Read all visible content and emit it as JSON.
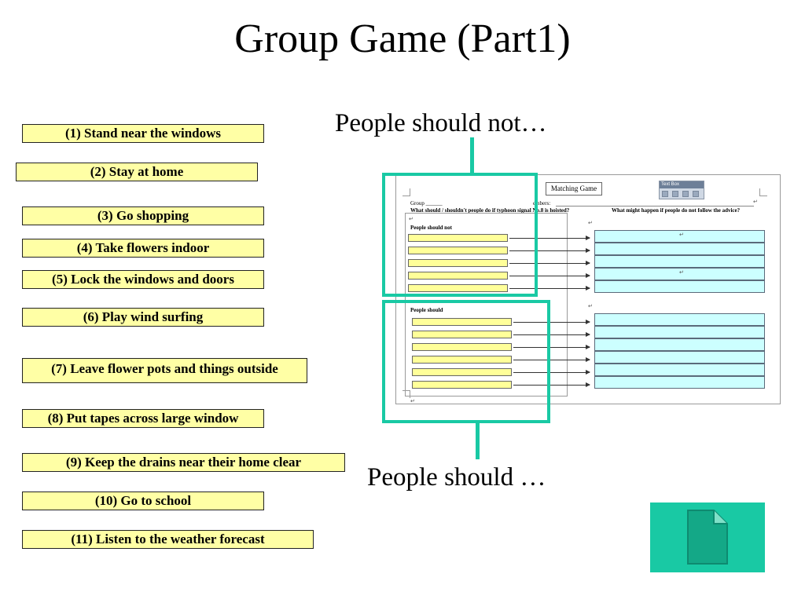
{
  "slide": {
    "title": "Group Game (Part1)",
    "caption_should_not": "People should not…",
    "caption_should": "People should …"
  },
  "options": [
    "(1) Stand near the windows",
    "(2) Stay at home",
    "(3) Go shopping",
    "(4) Take flowers indoor",
    "(5) Lock the windows and doors",
    "(6) Play wind surfing",
    "(7) Leave flower pots and things outside",
    "(8) Put tapes across large window",
    "(9) Keep the drains near their home clear",
    "(10) Go to school",
    "(11) Listen to the weather forecast"
  ],
  "worksheet": {
    "heading": "Matching Game",
    "group_label": "Group ______",
    "members_label": "embers:",
    "question_left": "What should / shouldn't people do if typhoon signal No.8 is hoisted?",
    "question_right": "What might happen if people do not follow the advice?",
    "section_not": "People should not",
    "section_should": "People should",
    "toolbar_label": "Text Box"
  },
  "colors": {
    "accent": "#19c9a4",
    "option_fill": "#ffffa5",
    "answer_fill": "#ccffff"
  },
  "icons": {
    "document_button": "document-icon"
  }
}
